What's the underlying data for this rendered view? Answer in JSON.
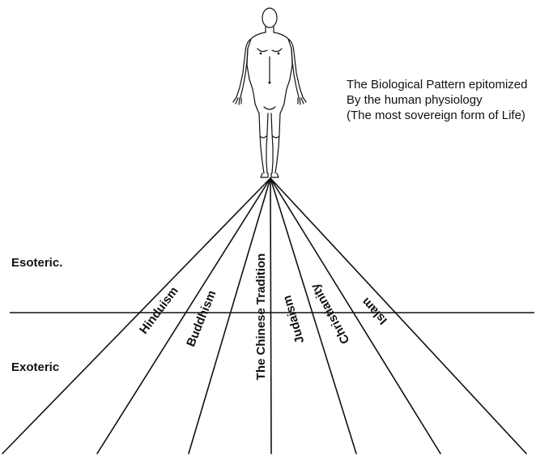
{
  "caption": {
    "line1": "The Biological Pattern epitomized",
    "line2": "By the human physiology",
    "line3": "(The most sovereign form of Life)"
  },
  "zones": {
    "upper": "Esoteric.",
    "lower": "Exoteric"
  },
  "traditions": [
    "Hinduism",
    "Buddhism",
    "The Chinese Tradition",
    "Judaism",
    "Christianity",
    "Islam"
  ],
  "colors": {
    "ink": "#111111",
    "background": "#ffffff"
  },
  "figure_icon": "human-figure-icon"
}
